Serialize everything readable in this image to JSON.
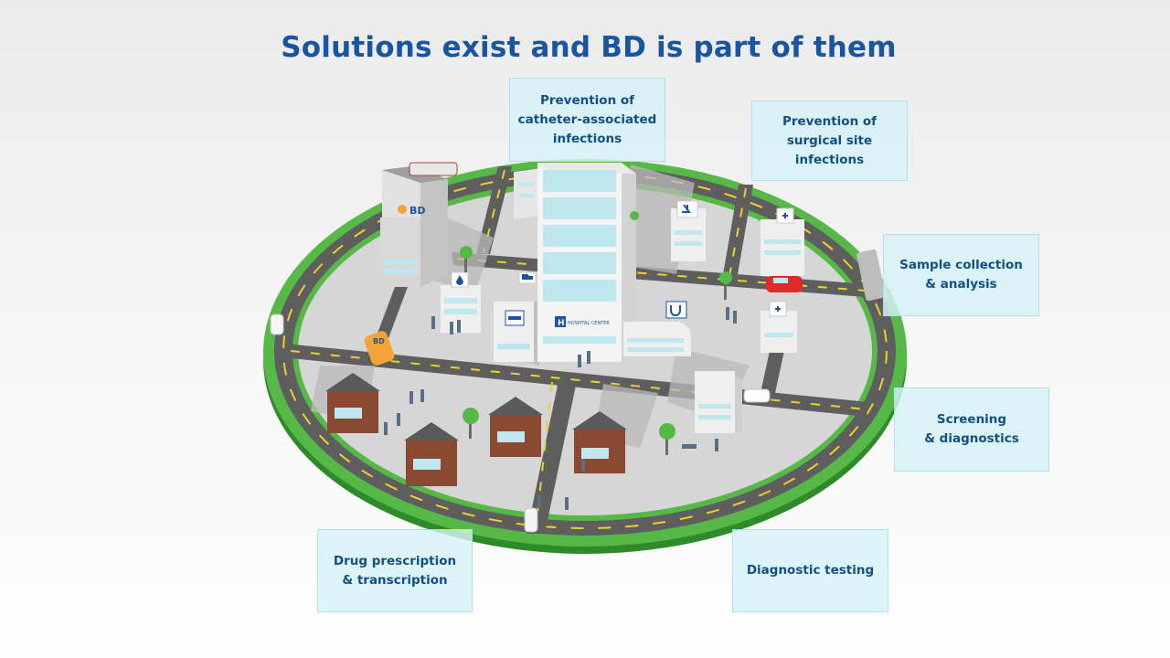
{
  "title": "Solutions exist and BD is part of them",
  "city": {
    "hospital_sign": "HOSPITAL CENTER",
    "bd_logo": "BD",
    "taxi_label": "BD"
  },
  "labels": {
    "catheter": {
      "line1": "Prevention of",
      "line2": "catheter-associated",
      "line3": "infections"
    },
    "surgical": {
      "line1": "Prevention of",
      "line2": "surgical site",
      "line3": "infections"
    },
    "sample": {
      "line1": "Sample collection",
      "line2": "& analysis"
    },
    "screening": {
      "line1": "Screening",
      "line2": "& diagnostics"
    },
    "drug": {
      "line1": "Drug prescription",
      "line2": "& transcription"
    },
    "diagnostic": {
      "line1": "Diagnostic testing"
    }
  },
  "colors": {
    "title": "#1a55a0",
    "ring": "#55b847",
    "road": "#5e5e5e",
    "ground": "#d6d6d6",
    "card": "#d6f3f7",
    "card_text": "#124f82"
  },
  "icons": [
    "water-drop-icon",
    "hospital-bed-icon",
    "stethoscope-icon",
    "microscope-icon",
    "medical-cross-icon",
    "ambulance-icon"
  ]
}
